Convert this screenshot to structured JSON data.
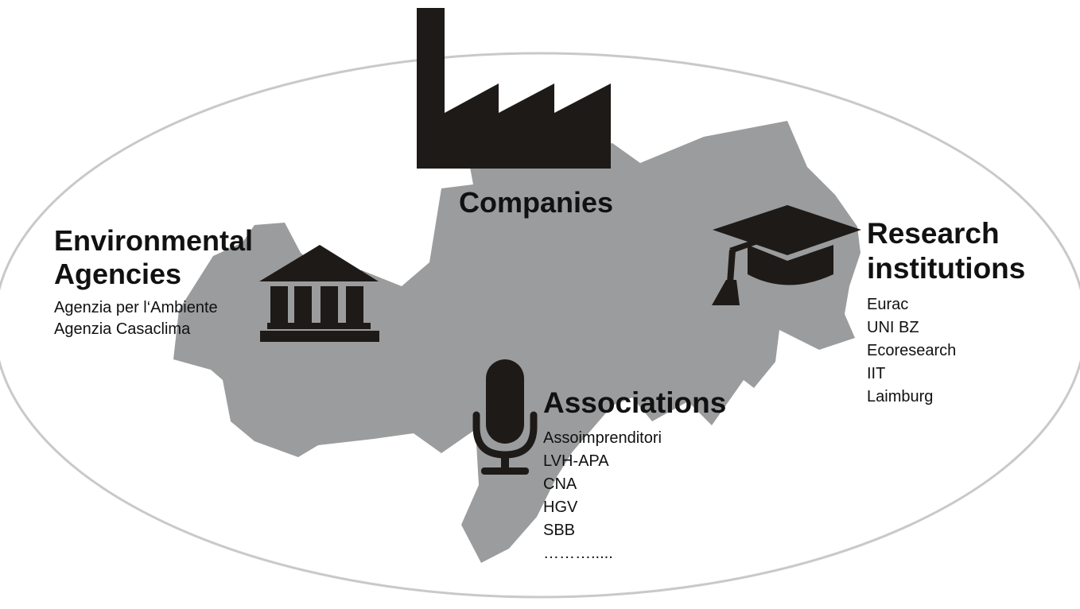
{
  "colors": {
    "region_fill": "#9b9c9d",
    "ellipse_stroke": "#c9c9c9",
    "icon_fill": "#1e1a18",
    "text": "#111111"
  },
  "icons": {
    "companies": "factory-icon",
    "environmental_agencies": "government-building-icon",
    "research_institutions": "graduation-cap-icon",
    "associations": "microphone-icon"
  },
  "companies": {
    "title": "Companies"
  },
  "environmental_agencies": {
    "title_lines": [
      "Environmental",
      "Agencies"
    ],
    "items": [
      "Agenzia per l‘Ambiente",
      "Agenzia Casaclima"
    ]
  },
  "research_institutions": {
    "title_lines": [
      "Research",
      "institutions"
    ],
    "items": [
      "Eurac",
      "UNI BZ",
      "Ecoresearch",
      "IIT",
      "Laimburg"
    ]
  },
  "associations": {
    "title": "Associations",
    "items": [
      "Assoimprenditori",
      "LVH-APA",
      "CNA",
      "HGV",
      "SBB",
      "……….....​"
    ]
  }
}
